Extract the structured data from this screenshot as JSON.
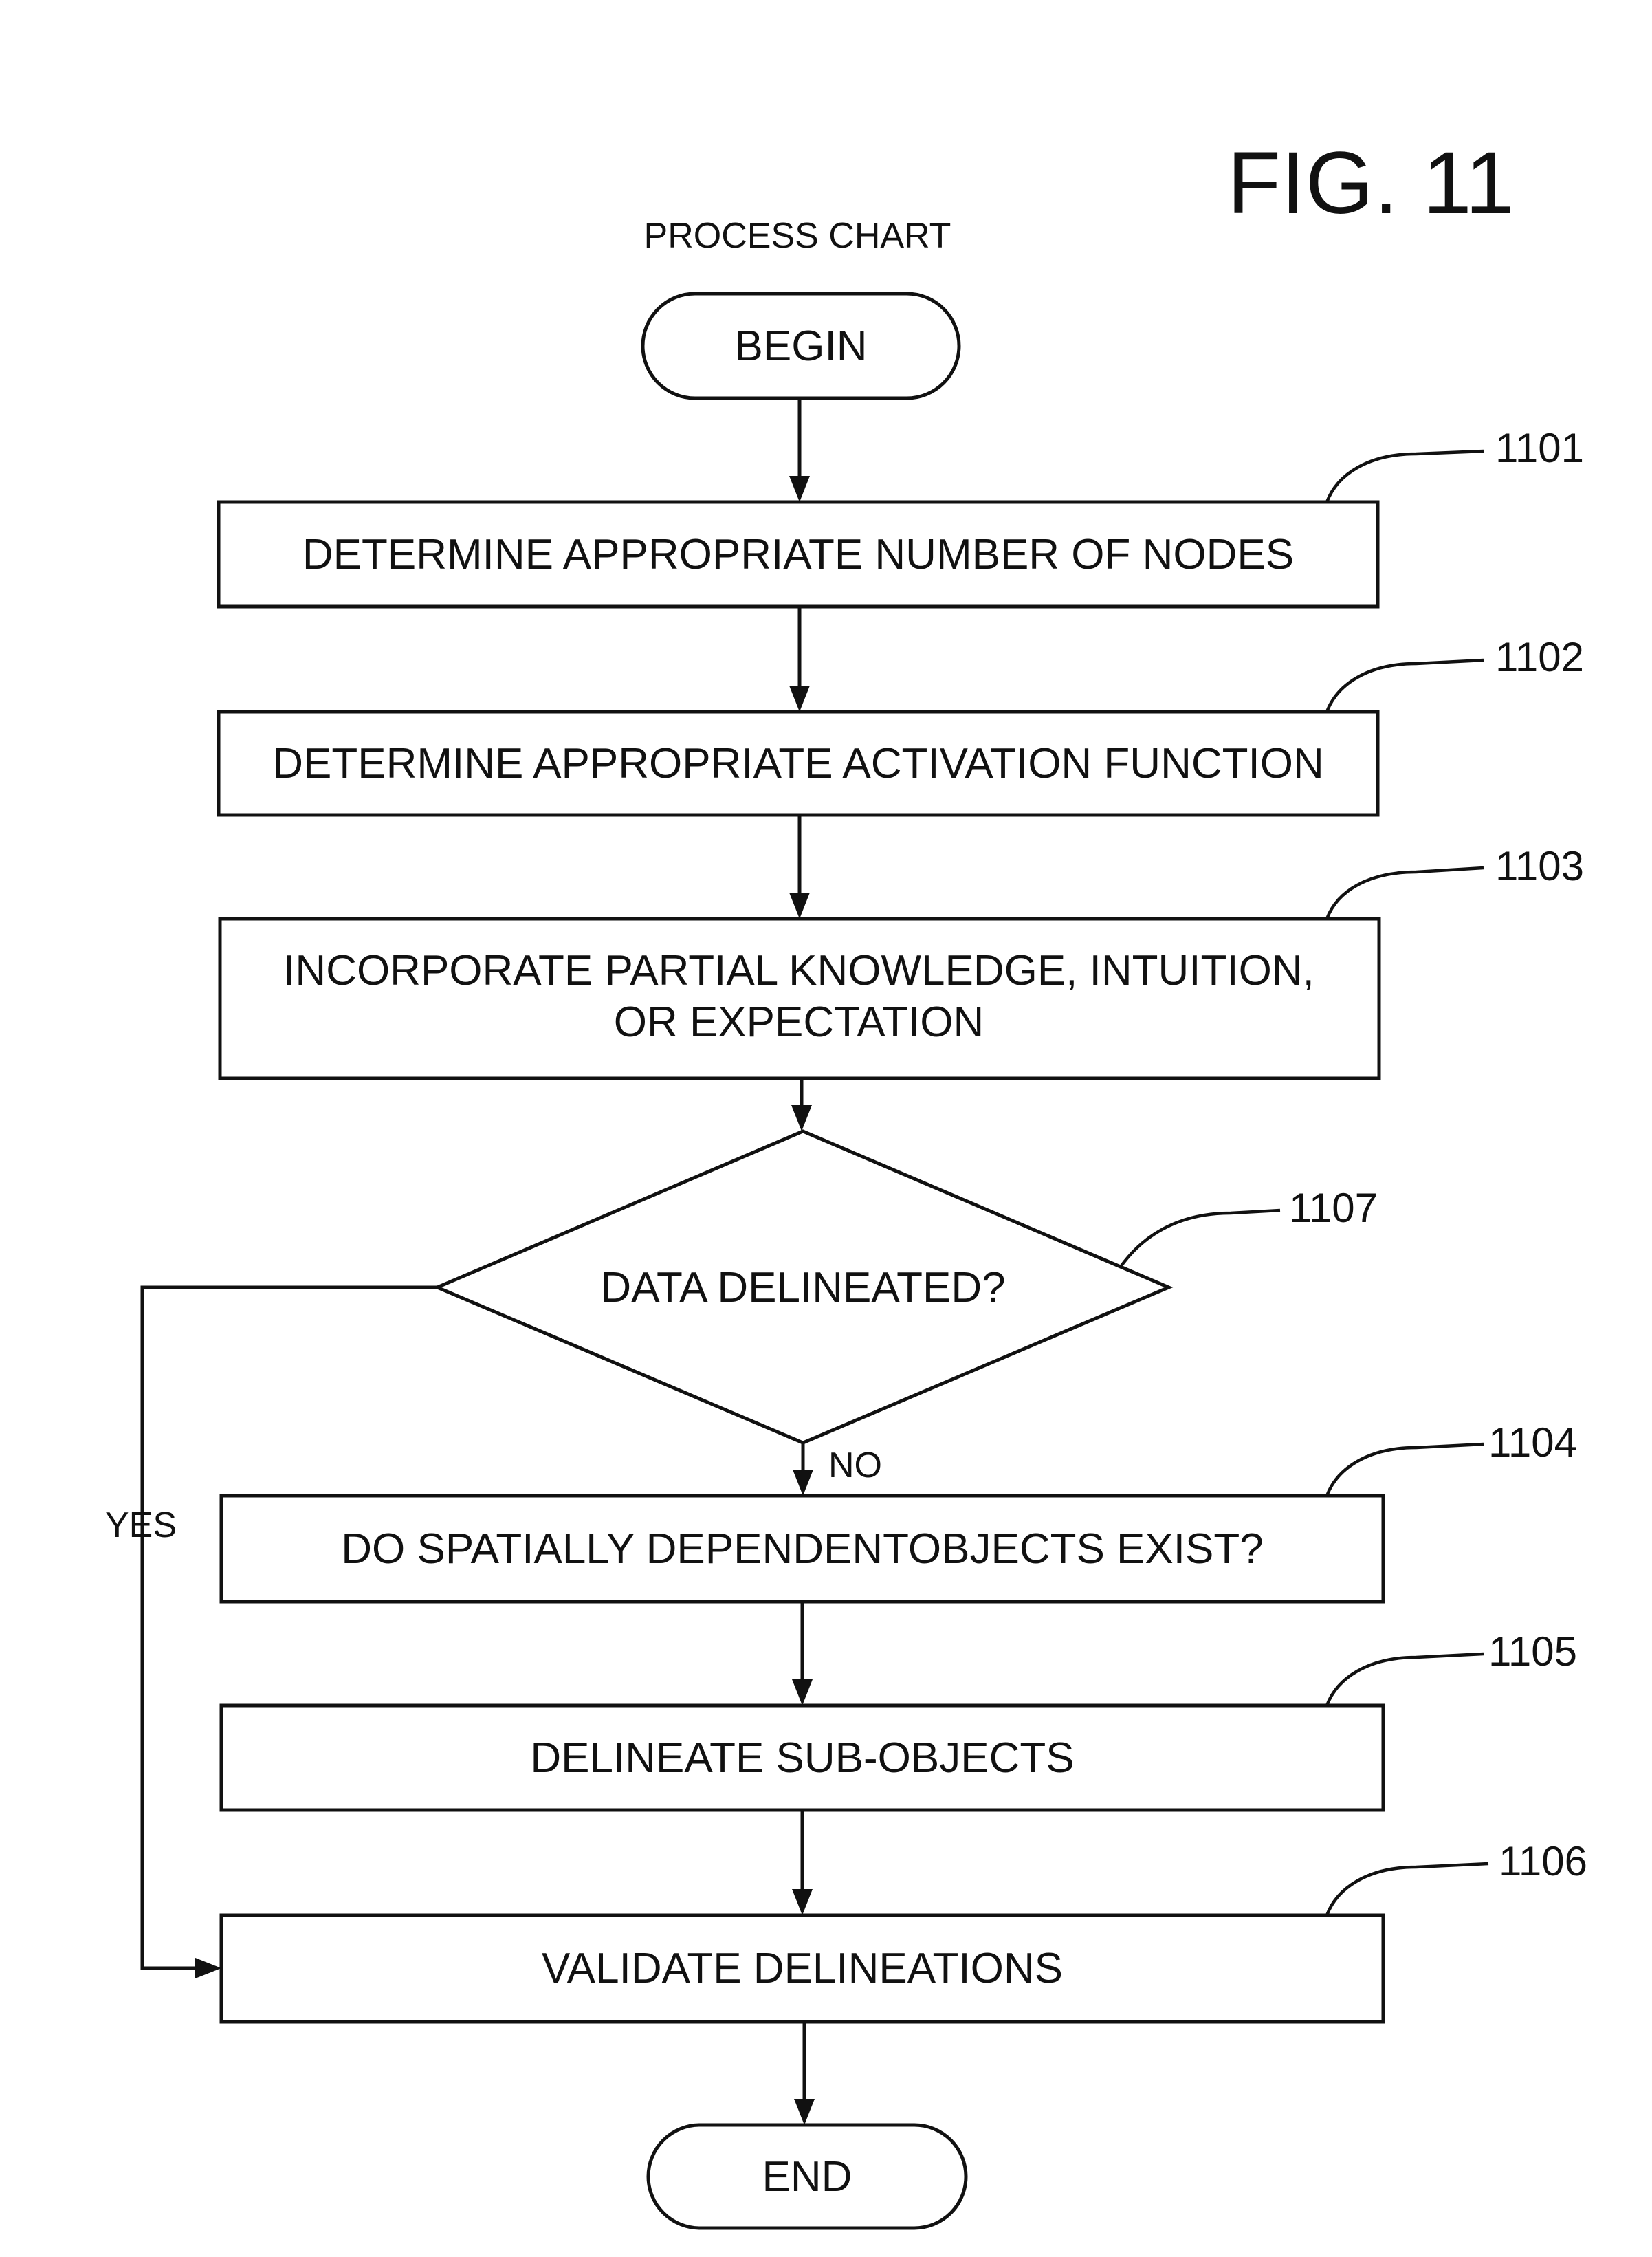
{
  "figure": {
    "label": "FIG. 11",
    "title": "PROCESS CHART"
  },
  "terminals": {
    "begin": "BEGIN",
    "end": "END"
  },
  "steps": [
    {
      "ref": "1101",
      "lines": [
        "DETERMINE APPROPRIATE NUMBER OF NODES"
      ]
    },
    {
      "ref": "1102",
      "lines": [
        "DETERMINE APPROPRIATE ACTIVATION FUNCTION"
      ]
    },
    {
      "ref": "1103",
      "lines": [
        "INCORPORATE PARTIAL KNOWLEDGE, INTUITION,",
        "OR EXPECTATION"
      ]
    },
    {
      "ref": "1104",
      "lines": [
        "DO SPATIALLY DEPENDENTOBJECTS EXIST?"
      ]
    },
    {
      "ref": "1105",
      "lines": [
        "DELINEATE SUB-OBJECTS"
      ]
    },
    {
      "ref": "1106",
      "lines": [
        "VALIDATE DELINEATIONS"
      ]
    }
  ],
  "decision": {
    "ref": "1107",
    "question": "DATA DELINEATED?",
    "yes_label": "YES",
    "no_label": "NO"
  },
  "colors": {
    "ink": "#111111",
    "background": "#ffffff"
  }
}
